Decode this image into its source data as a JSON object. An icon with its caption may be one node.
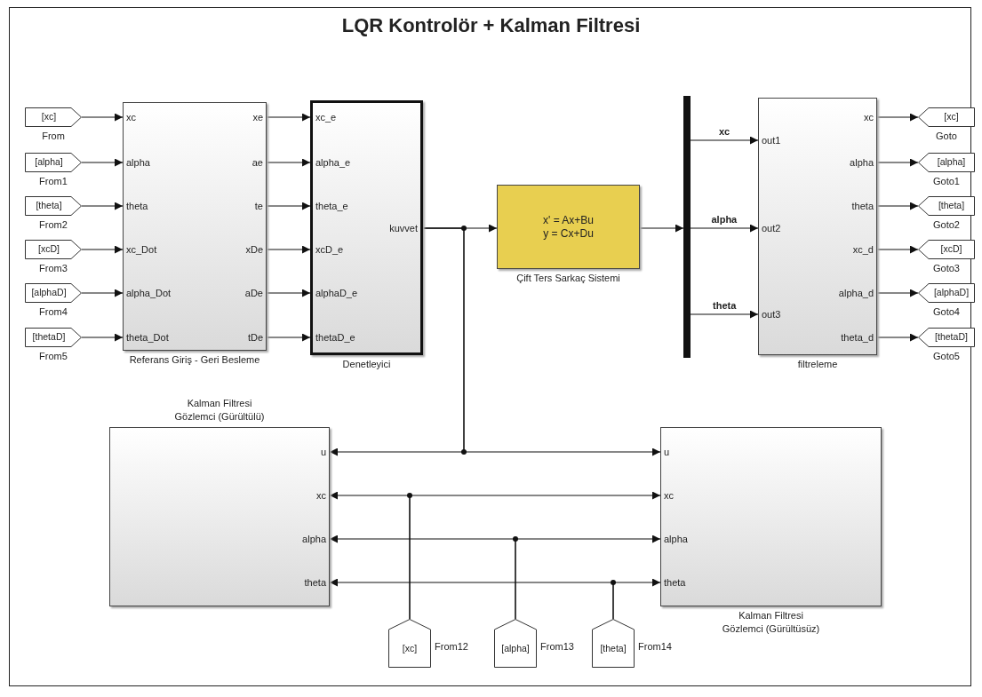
{
  "diagram": {
    "title": "LQR Kontrolör + Kalman Filtresi",
    "nodes": [
      {
        "text": [
          "[xc]"
        ],
        "beside": [
          "From"
        ]
      },
      {
        "text": [
          "[alpha]"
        ],
        "beside": [
          "From1"
        ]
      },
      {
        "text": [
          "[theta]"
        ],
        "beside": [
          "From2"
        ]
      },
      {
        "text": [
          "[xcD]"
        ],
        "beside": [
          "From3"
        ]
      },
      {
        "text": [
          "[alphaD]"
        ],
        "beside": [
          "From4"
        ]
      },
      {
        "text": [
          "[thetaD]"
        ],
        "beside": [
          "From5"
        ]
      },
      {
        "text": [
          "xc",
          "alpha",
          "theta",
          "xc_Dot",
          "alpha_Dot",
          "theta_Dot",
          "xe",
          "ae",
          "te",
          "xDe",
          "aDe",
          "tDe"
        ],
        "beside": [
          "Referans Giriş - Geri Besleme"
        ]
      },
      {
        "text": [
          "xc_e",
          "alpha_e",
          "theta_e",
          "xcD_e",
          "alphaD_e",
          "thetaD_e",
          "kuvvet"
        ],
        "beside": [
          "Denetleyici"
        ]
      },
      {
        "text": [
          "x' = Ax+Bu y = Cx+Du"
        ],
        "beside": [
          "Çift Ters Sarkaç Sistemi"
        ]
      },
      {
        "text": [],
        "shape": "bar"
      },
      {
        "text": [
          "out1",
          "out2",
          "out3",
          "xc",
          "alpha",
          "theta",
          "xc_d",
          "alpha_d",
          "theta_d"
        ],
        "beside": [
          "filtreleme"
        ]
      },
      {
        "text": [
          "[xc]"
        ],
        "beside": [
          "Goto"
        ]
      },
      {
        "text": [
          "[alpha]"
        ],
        "beside": [
          "Goto1"
        ]
      },
      {
        "text": [
          "[theta]"
        ],
        "beside": [
          "Goto2"
        ]
      },
      {
        "text": [
          "[xcD]"
        ],
        "beside": [
          "Goto3"
        ]
      },
      {
        "text": [
          "[alphaD]"
        ],
        "beside": [
          "Goto4"
        ]
      },
      {
        "text": [
          "[thetaD]"
        ],
        "beside": [
          "Goto5"
        ]
      },
      {
        "text": [
          "u",
          "xc",
          "alpha",
          "theta"
        ],
        "beside": [
          "Kalman Filtresi Gözlemci (Gürültülü)"
        ]
      },
      {
        "text": [
          "u",
          "xc",
          "alpha",
          "theta"
        ],
        "beside": [
          "Kalman Filtresi Gözlemci (Gürültüsüz)"
        ]
      },
      {
        "text": [
          "[xc]"
        ],
        "beside": [
          "From12"
        ]
      },
      {
        "text": [
          "[alpha]"
        ],
        "beside": [
          "From13"
        ]
      },
      {
        "text": [
          "[theta]"
        ],
        "beside": [
          "From14"
        ]
      }
    ],
    "edges": [
      {
        "from": 0,
        "to": 6,
        "arrow": "to"
      },
      {
        "from": 1,
        "to": 6,
        "arrow": "to"
      },
      {
        "from": 2,
        "to": 6,
        "arrow": "to"
      },
      {
        "from": 3,
        "to": 6,
        "arrow": "to"
      },
      {
        "from": 4,
        "to": 6,
        "arrow": "to"
      },
      {
        "from": 5,
        "to": 6,
        "arrow": "to"
      },
      {
        "from": 6,
        "to": 7,
        "arrow": "to"
      },
      {
        "from": 6,
        "to": 7,
        "arrow": "to"
      },
      {
        "from": 6,
        "to": 7,
        "arrow": "to"
      },
      {
        "from": 6,
        "to": 7,
        "arrow": "to"
      },
      {
        "from": 6,
        "to": 7,
        "arrow": "to"
      },
      {
        "from": 6,
        "to": 7,
        "arrow": "to"
      },
      {
        "from": 7,
        "to": 8,
        "arrow": "to"
      },
      {
        "from": 7,
        "to": 17,
        "arrow": "to"
      },
      {
        "from": 7,
        "to": 18,
        "arrow": "to"
      },
      {
        "from": 8,
        "to": 9,
        "arrow": "to"
      },
      {
        "from": 9,
        "to": 10,
        "arrow": "to",
        "label": "xc"
      },
      {
        "from": 9,
        "to": 10,
        "arrow": "to",
        "label": "alpha"
      },
      {
        "from": 9,
        "to": 10,
        "arrow": "to",
        "label": "theta"
      },
      {
        "from": 10,
        "to": 11,
        "arrow": "to"
      },
      {
        "from": 10,
        "to": 12,
        "arrow": "to"
      },
      {
        "from": 10,
        "to": 13,
        "arrow": "to"
      },
      {
        "from": 10,
        "to": 14,
        "arrow": "to"
      },
      {
        "from": 10,
        "to": 15,
        "arrow": "to"
      },
      {
        "from": 10,
        "to": 16,
        "arrow": "to"
      },
      {
        "from": 19,
        "to": 17,
        "arrow": "to"
      },
      {
        "from": 19,
        "to": 18,
        "arrow": "to"
      },
      {
        "from": 20,
        "to": 17,
        "arrow": "to"
      },
      {
        "from": 20,
        "to": 18,
        "arrow": "to"
      },
      {
        "from": 21,
        "to": 17,
        "arrow": "to"
      },
      {
        "from": 21,
        "to": 18,
        "arrow": "to"
      }
    ]
  }
}
